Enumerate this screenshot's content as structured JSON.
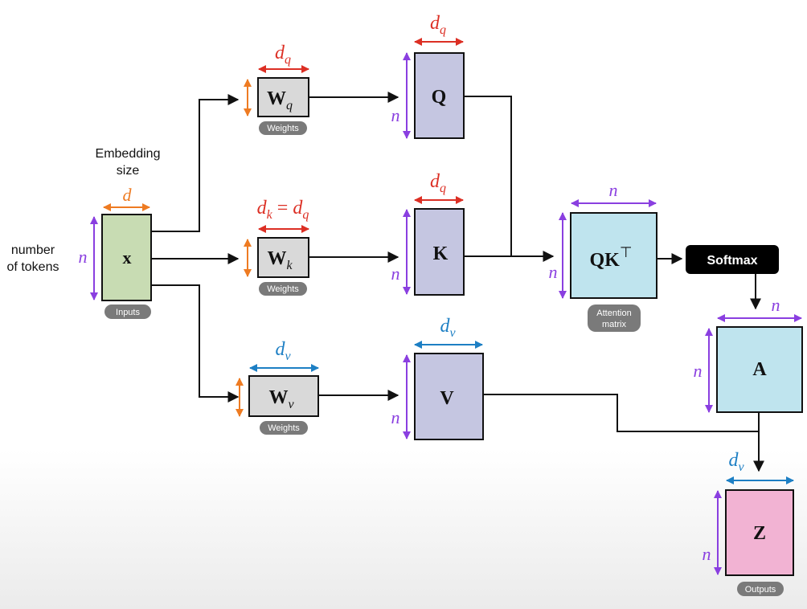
{
  "left_labels": {
    "embedding_line1": "Embedding",
    "embedding_line2": "size",
    "tokens_line1": "number",
    "tokens_line2": "of tokens"
  },
  "symbols": {
    "x": "x",
    "W": "W",
    "q": "q",
    "k": "k",
    "v": "v",
    "Q": "Q",
    "K": "K",
    "V": "V",
    "QK": "QK",
    "transpose": "⊤",
    "A": "A",
    "Z": "Z",
    "d": "d",
    "n": "n",
    "equals": " = "
  },
  "tags": {
    "inputs": "Inputs",
    "weights": "Weights",
    "attention_line1": "Attention",
    "attention_line2": "matrix",
    "softmax": "Softmax",
    "outputs": "Outputs"
  },
  "colors": {
    "input_fill": "#c8dcb3",
    "weight_fill": "#d9d9d9",
    "qkv_fill": "#c5c6e1",
    "attn_fill": "#bfe4ee",
    "z_fill": "#f2b3d3",
    "orange": "#ee7b22",
    "red": "#dc2f24",
    "purple": "#8a3fe0",
    "blue": "#1d7fc4",
    "pill": "#7a7a7a",
    "softmax": "#000000"
  }
}
